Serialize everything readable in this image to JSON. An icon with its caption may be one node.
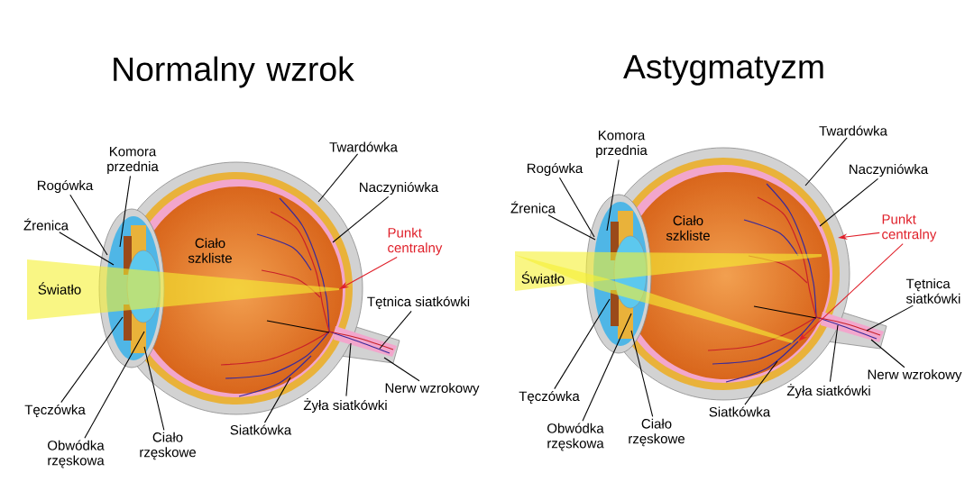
{
  "diagram": {
    "nodes": [
      {
        "text": [
          "Komora przednia"
        ]
      },
      {
        "text": [
          "Rogówka"
        ]
      },
      {
        "text": [
          "Źrenica"
        ]
      },
      {
        "text": [
          "Twardówka"
        ]
      },
      {
        "text": [
          "Naczyniówka"
        ]
      },
      {
        "text": [
          "Punkt centralny"
        ]
      },
      {
        "text": [
          "Tętnica siatkówki"
        ]
      },
      {
        "text": [
          "Nerw wzrokowy"
        ]
      },
      {
        "text": [
          "Żyła siatkówki"
        ]
      },
      {
        "text": [
          "Siatkówka"
        ]
      },
      {
        "text": [
          "Tęczówka"
        ]
      },
      {
        "text": [
          "Obwódka rzęskowa"
        ]
      },
      {
        "text": [
          "Ciało rzęskowe"
        ]
      },
      {
        "text": [
          "Komora przednia"
        ]
      },
      {
        "text": [
          "Rogówka"
        ]
      },
      {
        "text": [
          "Źrenica"
        ]
      },
      {
        "text": [
          "Twardówka"
        ]
      },
      {
        "text": [
          "Naczyniówka"
        ]
      },
      {
        "text": [
          "Punkt centralny"
        ]
      },
      {
        "text": [
          "Tętnica siatkówki"
        ]
      },
      {
        "text": [
          "Nerw wzrokowy"
        ]
      },
      {
        "text": [
          "Żyła siatkówki"
        ]
      },
      {
        "text": [
          "Siatkówka"
        ]
      },
      {
        "text": [
          "Tęczówka"
        ]
      },
      {
        "text": [
          "Obwódka rzęskowa"
        ]
      },
      {
        "text": [
          "Ciało rzęskowe"
        ]
      }
    ],
    "edges": [
      {
        "from": 0,
        "to": null,
        "arrow": "none"
      },
      {
        "from": 1,
        "to": null,
        "arrow": "none"
      },
      {
        "from": 2,
        "to": null,
        "arrow": "none"
      },
      {
        "from": 3,
        "to": null,
        "arrow": "none"
      },
      {
        "from": 4,
        "to": null,
        "arrow": "none"
      },
      {
        "from": 5,
        "to": null,
        "arrow": "to",
        "color": "#e0202a"
      },
      {
        "from": 6,
        "to": null,
        "arrow": "none"
      },
      {
        "from": 7,
        "to": null,
        "arrow": "none"
      },
      {
        "from": 8,
        "to": null,
        "arrow": "none"
      },
      {
        "from": 9,
        "to": null,
        "arrow": "none"
      },
      {
        "from": 10,
        "to": null,
        "arrow": "none"
      },
      {
        "from": 11,
        "to": null,
        "arrow": "none"
      },
      {
        "from": 12,
        "to": null,
        "arrow": "none"
      },
      {
        "from": 13,
        "to": null,
        "arrow": "none"
      },
      {
        "from": 14,
        "to": null,
        "arrow": "none"
      },
      {
        "from": 15,
        "to": null,
        "arrow": "none"
      },
      {
        "from": 16,
        "to": null,
        "arrow": "none"
      },
      {
        "from": 17,
        "to": null,
        "arrow": "none"
      },
      {
        "from": 18,
        "to": null,
        "arrow": "to",
        "color": "#e0202a"
      },
      {
        "from": 18,
        "to": null,
        "arrow": "to",
        "color": "#e0202a"
      },
      {
        "from": 19,
        "to": null,
        "arrow": "none"
      },
      {
        "from": 20,
        "to": null,
        "arrow": "none"
      },
      {
        "from": 21,
        "to": null,
        "arrow": "none"
      },
      {
        "from": 22,
        "to": null,
        "arrow": "none"
      },
      {
        "from": 23,
        "to": null,
        "arrow": "none"
      },
      {
        "from": 24,
        "to": null,
        "arrow": "none"
      },
      {
        "from": 25,
        "to": null,
        "arrow": "none"
      }
    ],
    "labels": [
      "Normalny wzrok",
      "Astygmatyzm",
      "Ciało szkliste",
      "Światło",
      "Ciało szkliste",
      "Światło"
    ]
  }
}
